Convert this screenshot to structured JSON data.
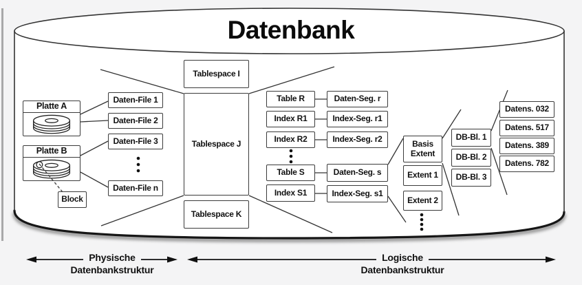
{
  "title": "Datenbank",
  "disks": {
    "platte_a": "Platte A",
    "platte_b": "Platte B",
    "block": "Block"
  },
  "data_files": [
    "Daten-File 1",
    "Daten-File 2",
    "Daten-File 3",
    "Daten-File n"
  ],
  "tablespaces": [
    "Tablespace I",
    "Tablespace J",
    "Tablespace K"
  ],
  "tables": [
    "Table R",
    "Index R1",
    "Index R2",
    "Table S",
    "Index S1"
  ],
  "segments": [
    "Daten-Seg. r",
    "Index-Seg. r1",
    "Index-Seg. r2",
    "Daten-Seg. s",
    "Index-Seg. s1"
  ],
  "extents": {
    "basis": "Basis\nExtent",
    "items": [
      "Extent 1",
      "Extent 2"
    ]
  },
  "db_blocks": [
    "DB-Bl. 1",
    "DB-Bl. 2",
    "DB-Bl. 3"
  ],
  "records": [
    "Datens. 032",
    "Datens. 517",
    "Datens. 389",
    "Datens. 782"
  ],
  "legend": {
    "physical": {
      "line1": "Physische",
      "line2": "Datenbankstruktur"
    },
    "logical": {
      "line1": "Logische",
      "line2": "Datenbankstruktur"
    }
  },
  "colors": {
    "background": "#f4f4f5",
    "cylinder_fill": "#ffffff",
    "line": "#2a2a2a",
    "text": "#111111"
  }
}
